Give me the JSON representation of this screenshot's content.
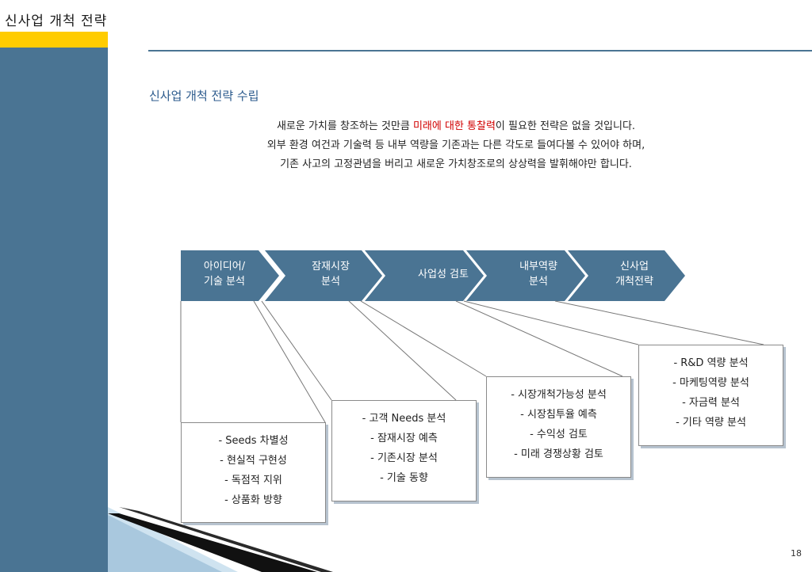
{
  "slide": {
    "title": "신사업 개척 전략",
    "heading": "신사업 개척 전략 수립",
    "intro": {
      "line1_pre": "새로운 가치를 창조하는 것만큼 ",
      "line1_highlight": "미래에 대한 통찰력",
      "line1_post": "이 필요한 전략은 없을 것입니다.",
      "line2": "외부 환경 여건과 기술력 등 내부 역량을 기존과는 다른 각도로 들여다볼 수 있어야 하며,",
      "line3": "기존 사고의 고정관념을 버리고 새로운 가치창조로의 상상력을 발휘해야만 합니다."
    },
    "page_number": "18"
  },
  "process": [
    {
      "line1": "아이디어/",
      "line2": "기술 분석"
    },
    {
      "line1": "잠재시장",
      "line2": "분석"
    },
    {
      "line1": "사업성 검토",
      "line2": ""
    },
    {
      "line1": "내부역량",
      "line2": "분석"
    },
    {
      "line1": "신사업",
      "line2": "개척전략"
    }
  ],
  "details": [
    {
      "items": [
        "- Seeds 차별성",
        "- 현실적 구현성",
        "- 독점적 지위",
        "- 상품화 방향"
      ]
    },
    {
      "items": [
        "- 고객 Needs 분석",
        "- 잠재시장 예측",
        "- 기존시장 분석",
        "- 기술 동향"
      ]
    },
    {
      "items": [
        "- 시장개척가능성 분석",
        "- 시장침투율 예측",
        "- 수익성 검토",
        "- 미래 경쟁상황 검토"
      ]
    },
    {
      "items": [
        "- R&D 역량 분석",
        "- 마케팅역량 분석",
        "- 자금력 분석",
        "- 기타 역량 분석"
      ]
    }
  ],
  "colors": {
    "panel": "#4a7493",
    "accent": "#ffcc00",
    "heading": "#2b5a8c",
    "highlight": "#d10000"
  }
}
